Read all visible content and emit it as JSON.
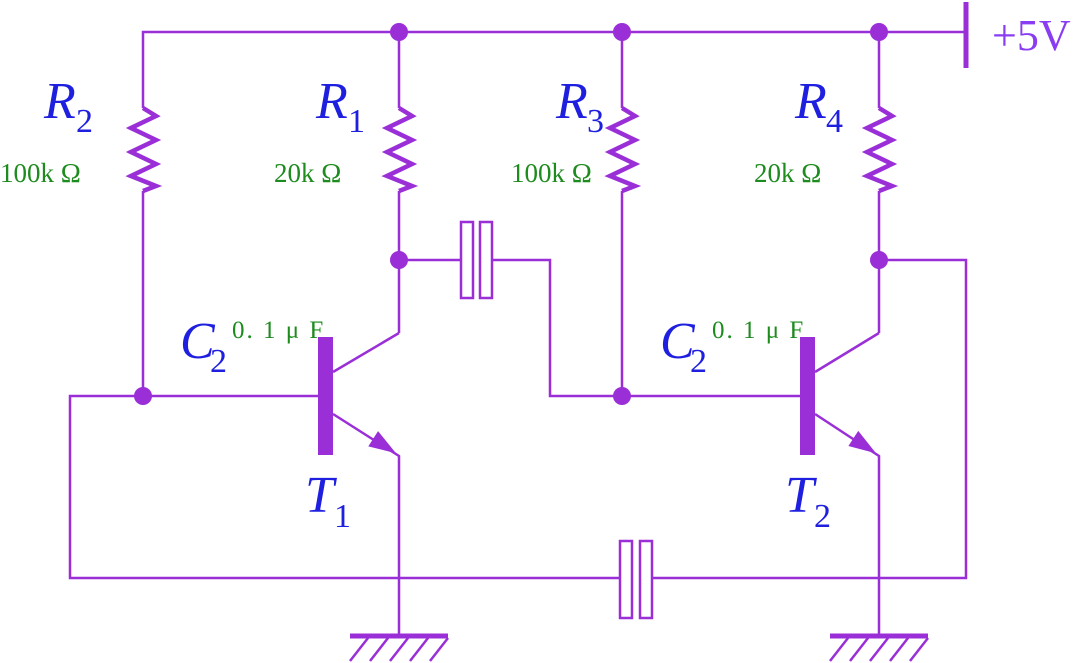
{
  "supply": {
    "label": "+5V"
  },
  "resistors": [
    {
      "symbol": "R",
      "subscript": "2",
      "value": "100k Ω"
    },
    {
      "symbol": "R",
      "subscript": "1",
      "value": "20k Ω"
    },
    {
      "symbol": "R",
      "subscript": "3",
      "value": "100k Ω"
    },
    {
      "symbol": "R",
      "subscript": "4",
      "value": "20k Ω"
    }
  ],
  "capacitors": [
    {
      "symbol": "C",
      "subscript": "2",
      "value": "0. 1 μ F"
    },
    {
      "symbol": "C",
      "subscript": "2",
      "value": "0. 1 μ F"
    }
  ],
  "transistors": [
    {
      "symbol": "T",
      "subscript": "1"
    },
    {
      "symbol": "T",
      "subscript": "2"
    }
  ],
  "colors": {
    "wire": "#9a2fd8",
    "label": "#1f1fe0",
    "value": "#1e8b1e",
    "supply": "#8a3cf2",
    "background": "#ffffff"
  }
}
